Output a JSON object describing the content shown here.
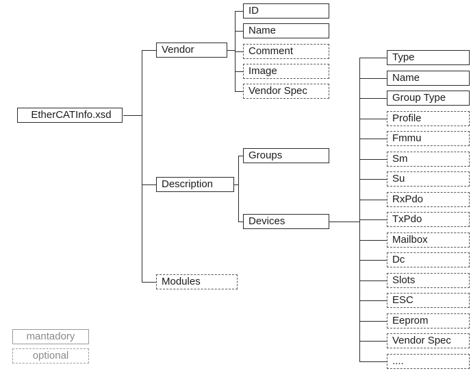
{
  "diagram": {
    "root": {
      "label": "EtherCATInfo.xsd"
    },
    "level1": [
      {
        "label": "Vendor"
      },
      {
        "label": "Description"
      },
      {
        "label": "Modules"
      }
    ],
    "vendor_children": [
      {
        "label": "ID"
      },
      {
        "label": "Name"
      },
      {
        "label": "Comment"
      },
      {
        "label": "Image"
      },
      {
        "label": "Vendor Spec"
      }
    ],
    "description_children": [
      {
        "label": "Groups"
      },
      {
        "label": "Devices"
      }
    ],
    "devices_children": [
      {
        "label": "Type"
      },
      {
        "label": "Name"
      },
      {
        "label": "Group Type"
      },
      {
        "label": "Profile"
      },
      {
        "label": "Fmmu"
      },
      {
        "label": "Sm"
      },
      {
        "label": "Su"
      },
      {
        "label": "RxPdo"
      },
      {
        "label": "TxPdo"
      },
      {
        "label": "Mailbox"
      },
      {
        "label": "Dc"
      },
      {
        "label": "Slots"
      },
      {
        "label": "ESC"
      },
      {
        "label": "Eeprom"
      },
      {
        "label": "Vendor Spec"
      },
      {
        "label": "...."
      }
    ],
    "legend": [
      {
        "label": "mantadory"
      },
      {
        "label": "optional"
      }
    ]
  }
}
